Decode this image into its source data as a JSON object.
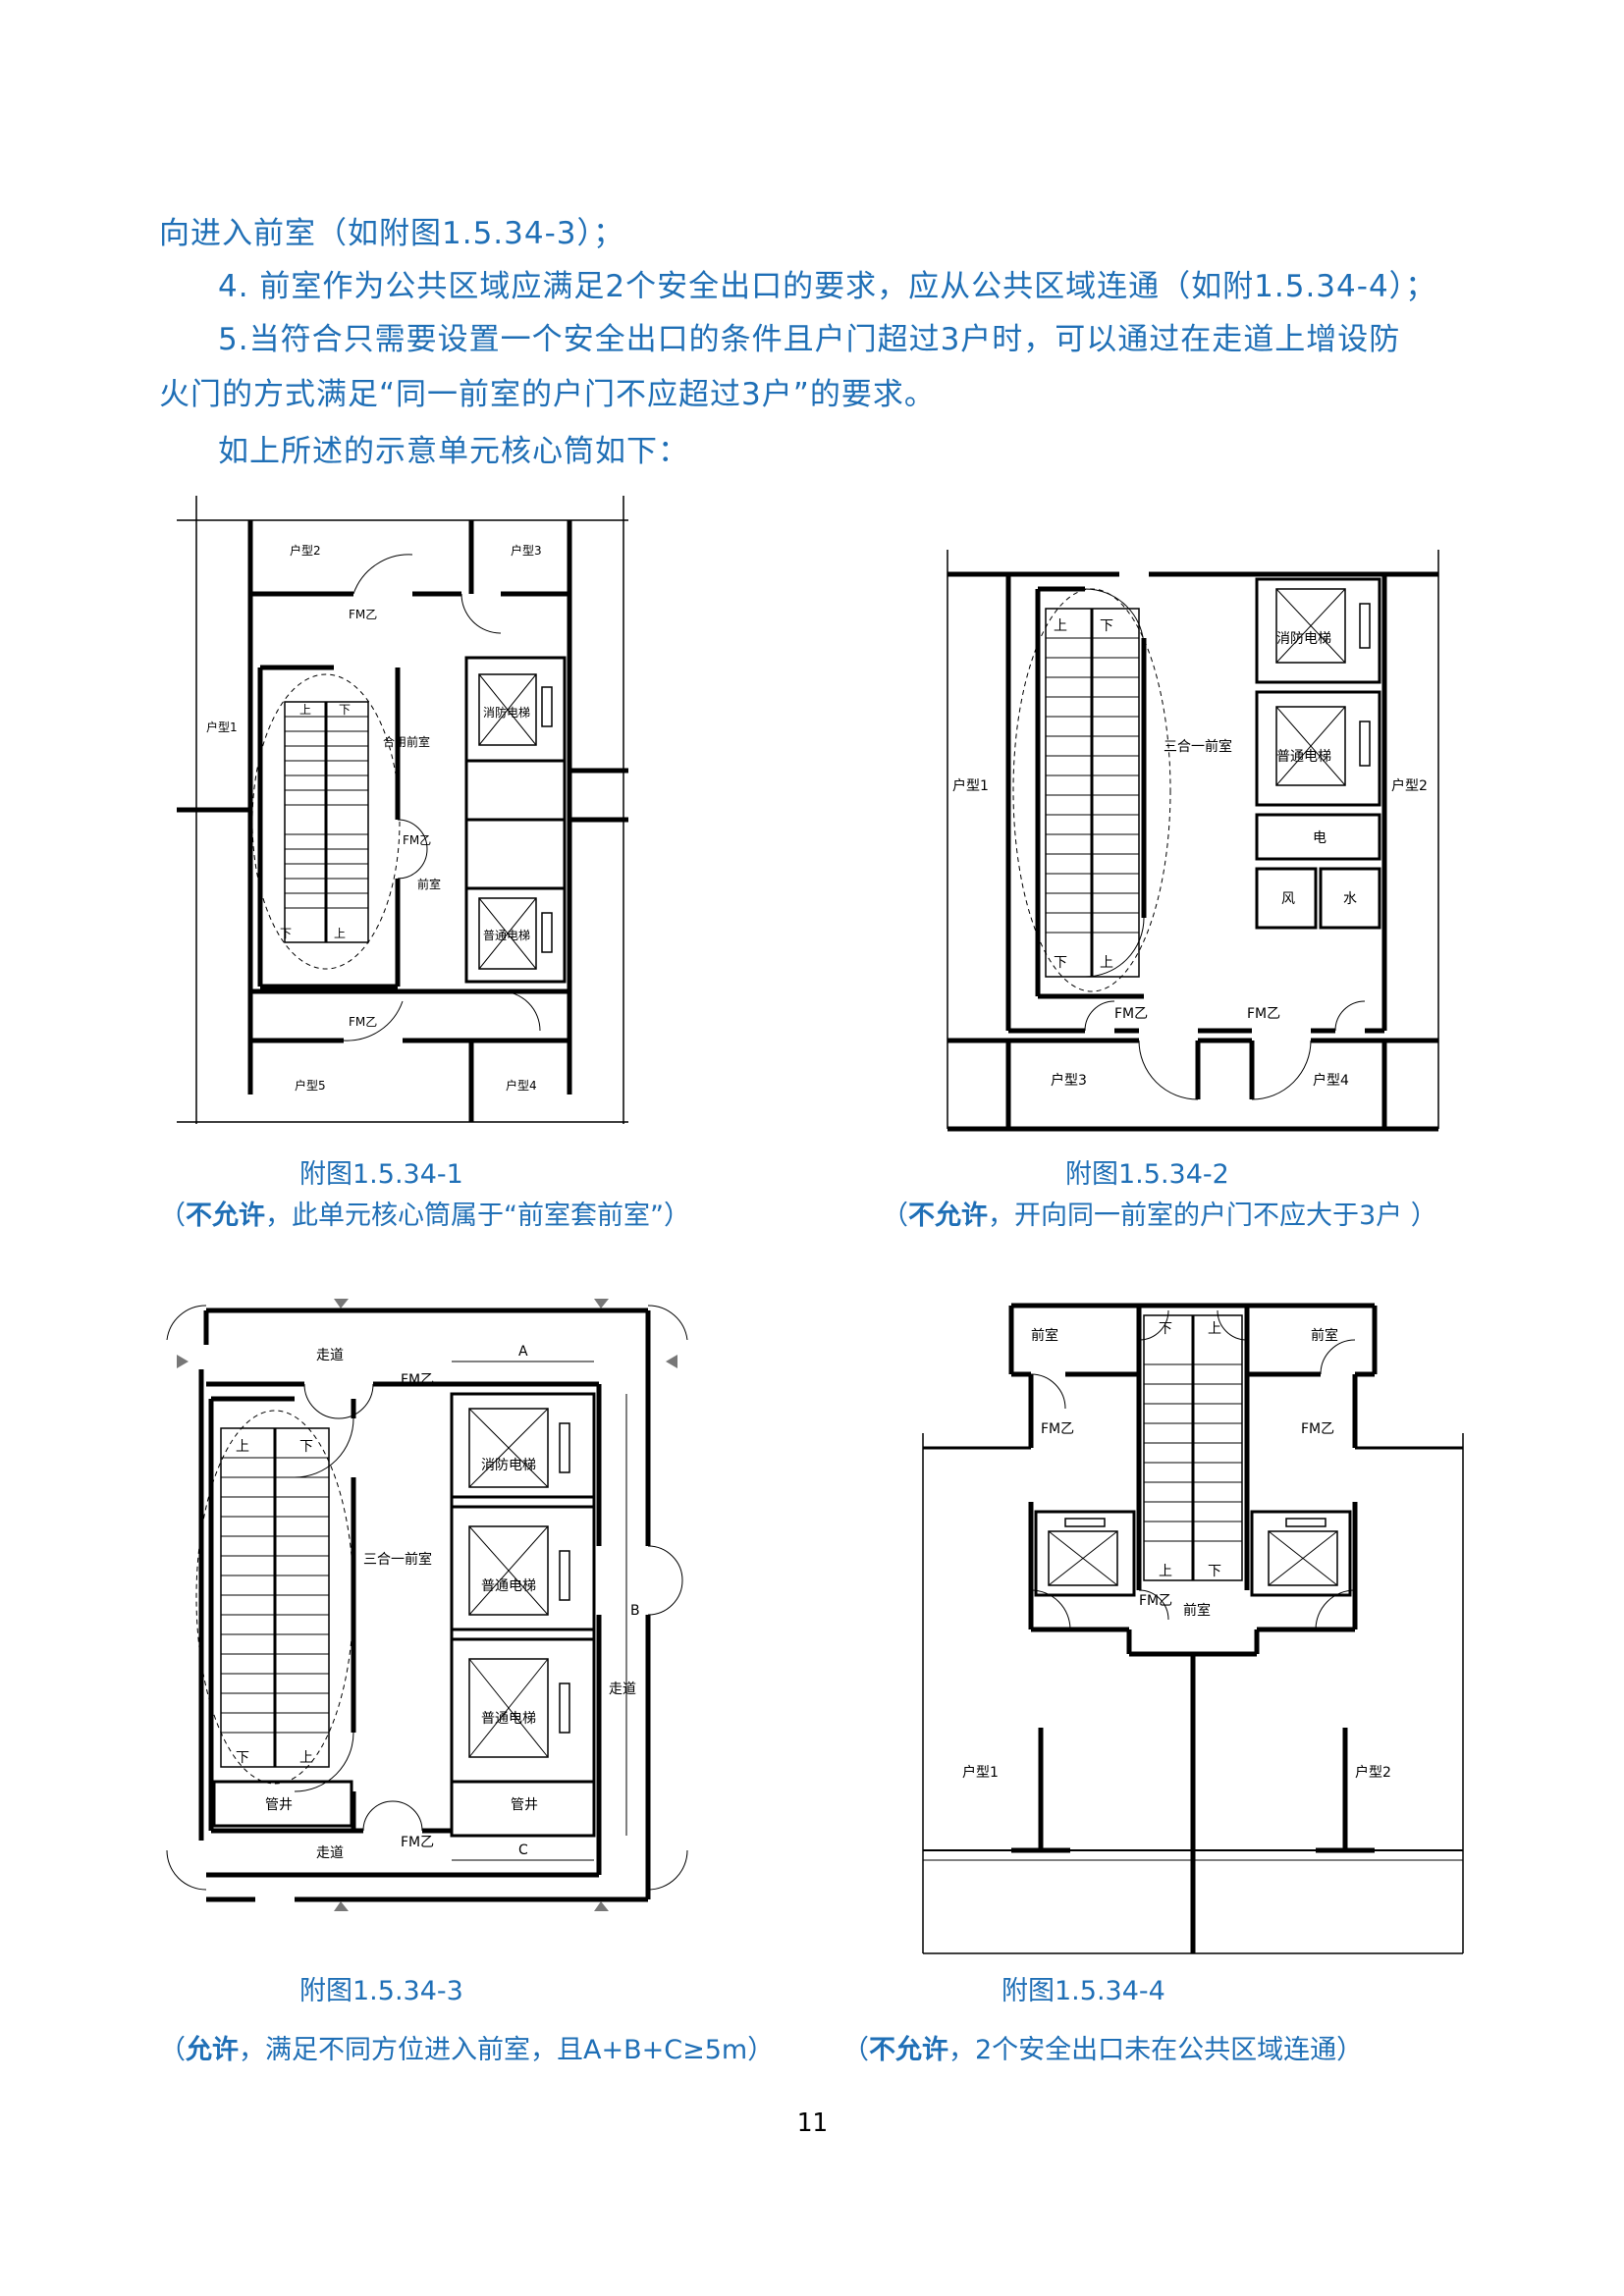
{
  "body_text": {
    "line1": "向进入前室（如附图1.5.34-3）；",
    "line2": "4. 前室作为公共区域应满足2个安全出口的要求，应从公共区域连通（如附1.5.34-4）；",
    "line3": "5.当符合只需要设置一个安全出口的条件且户门超过3户时，可以通过在走道上增设防",
    "line4": "火门的方式满足“同一前室的户门不应超过3户”的要求。",
    "line5": "如上所述的示意单元核心筒如下："
  },
  "figures": [
    {
      "caption": "附图1.5.34-1",
      "verdict": "不允许",
      "note": "，此单元核心筒属于“前室套前室”）",
      "labels": {
        "unit2": "户型2",
        "unit3": "户型3",
        "unit1": "户型1",
        "unit5": "户型5",
        "unit4": "户型4",
        "door": "FM乙",
        "shared": "合用前室",
        "front": "前室",
        "fire_lift": "消防电梯",
        "lift": "普通电梯",
        "up": "上",
        "down": "下"
      }
    },
    {
      "caption": "附图1.5.34-2",
      "verdict": "不允许",
      "note": "，开向同一前室的户门不应大于3户 ）",
      "labels": {
        "unit1": "户型1",
        "unit2": "户型2",
        "unit3": "户型3",
        "unit4": "户型4",
        "door": "FM乙",
        "combined": "三合一前室",
        "fire_lift": "消防电梯",
        "lift": "普通电梯",
        "elec": "电",
        "wind": "风",
        "water": "水",
        "up": "上",
        "down": "下"
      }
    },
    {
      "caption": "附图1.5.34-3",
      "verdict": "允许",
      "note": "，满足不同方位进入前室，且A+B+C≥5m）",
      "labels": {
        "corridor": "走道",
        "door": "FM乙",
        "combined": "三合一前室",
        "fire_lift": "消防电梯",
        "lift": "普通电梯",
        "shaft": "管井",
        "a": "A",
        "b": "B",
        "c": "C",
        "up": "上",
        "down": "下"
      }
    },
    {
      "caption": "附图1.5.34-4",
      "verdict": "不允许",
      "note": "，2个安全出口未在公共区域连通）",
      "labels": {
        "front": "前室",
        "door": "FM乙",
        "unit1": "户型1",
        "unit2": "户型2",
        "up": "上",
        "down": "下"
      }
    }
  ],
  "page_number": "11",
  "colors": {
    "text": "#1f6fb6",
    "drawing": "#000000"
  }
}
